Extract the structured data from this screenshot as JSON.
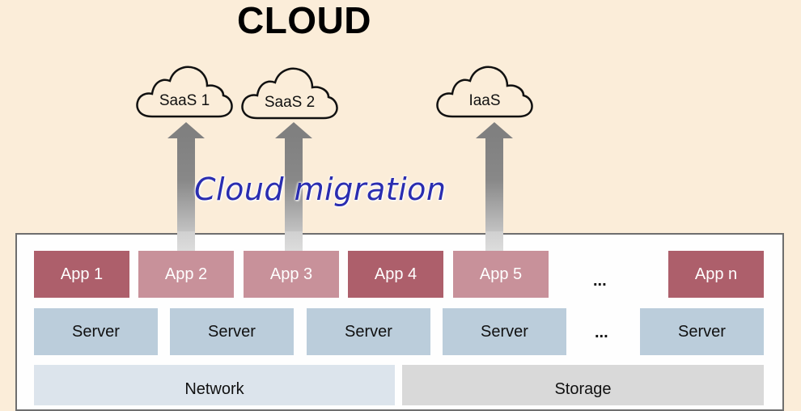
{
  "title": "CLOUD",
  "clouds": [
    {
      "label": "SaaS 1"
    },
    {
      "label": "SaaS 2"
    },
    {
      "label": "IaaS"
    }
  ],
  "migration_label": "Cloud migration",
  "apps": [
    {
      "label": "App 1",
      "migrated": false
    },
    {
      "label": "App 2",
      "migrated": true
    },
    {
      "label": "App 3",
      "migrated": true
    },
    {
      "label": "App 4",
      "migrated": false
    },
    {
      "label": "App 5",
      "migrated": true
    },
    {
      "label": "App n",
      "migrated": false
    }
  ],
  "apps_ellipsis": "...",
  "servers": [
    {
      "label": "Server"
    },
    {
      "label": "Server"
    },
    {
      "label": "Server"
    },
    {
      "label": "Server"
    },
    {
      "label": "Server"
    }
  ],
  "servers_ellipsis": "...",
  "infrastructure": {
    "network": "Network",
    "storage": "Storage"
  },
  "colors": {
    "background": "#FBEDD9",
    "app_not_migrated": "#AD5F6B",
    "app_migrated": "#C8919A",
    "server": "#BBCDDB",
    "network": "#DCE4EC",
    "storage": "#D9D9D9",
    "migration_text": "#2A2DB0",
    "arrow": "#808080"
  }
}
